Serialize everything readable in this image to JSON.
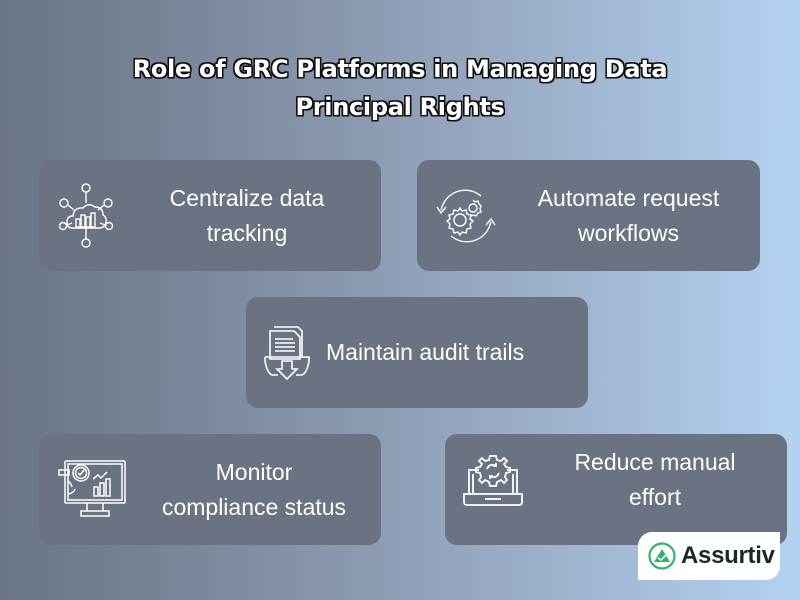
{
  "title": {
    "line1": "Role of GRC Platforms in Managing Data",
    "line2": "Principal Rights"
  },
  "cards": [
    {
      "label_line1": "Centralize data",
      "label_line2": "tracking",
      "icon": "cloud-network-icon"
    },
    {
      "label_line1": "Automate request",
      "label_line2": "workflows",
      "icon": "gears-cycle-icon"
    },
    {
      "label_line1": "Maintain audit trails",
      "label_line2": "",
      "icon": "document-download-icon"
    },
    {
      "label_line1": "Monitor",
      "label_line2": "compliance status",
      "icon": "monitor-analytics-icon"
    },
    {
      "label_line1": "Reduce manual",
      "label_line2": "effort",
      "icon": "laptop-gear-icon"
    }
  ],
  "brand": {
    "name": "Assurtiv",
    "accent_color": "#2fb56a"
  },
  "colors": {
    "card_bg": "#6b7282",
    "bg_left": "#6a7486",
    "bg_right": "#b4d2f2"
  }
}
